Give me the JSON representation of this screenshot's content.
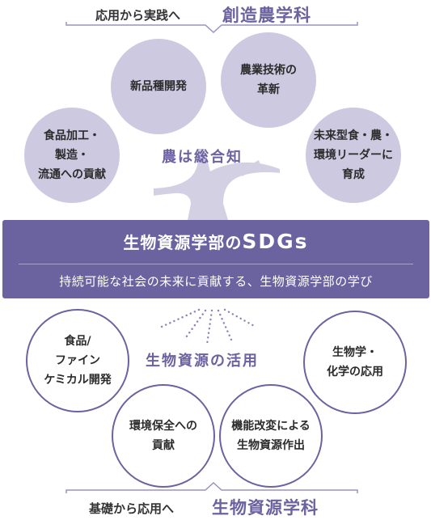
{
  "top": {
    "lead": "応用から実践へ",
    "title": "創造農学科",
    "center_label": "農は総合知",
    "circles": [
      {
        "lines": [
          "新品種開発"
        ]
      },
      {
        "lines": [
          "農業技術の",
          "革新"
        ]
      },
      {
        "lines": [
          "食品加工・",
          "製造・",
          "流通への貢献"
        ]
      },
      {
        "lines": [
          "未来型食・農・",
          "環境リーダーに",
          "育成"
        ]
      }
    ]
  },
  "banner": {
    "title_prefix": "生物資源学部の",
    "title_sdgs": "SDGs",
    "subtitle": "持続可能な社会の未来に貢献する、生物資源学部の学び"
  },
  "bottom": {
    "lead": "基礎から応用へ",
    "title": "生物資源学科",
    "center_label": "生物資源の活用",
    "circles": [
      {
        "lines": [
          "食品/",
          "ファイン",
          "ケミカル開発"
        ]
      },
      {
        "lines": [
          "生物学・",
          "化学の応用"
        ]
      },
      {
        "lines": [
          "環境保全への",
          "貢献"
        ]
      },
      {
        "lines": [
          "機能改変による",
          "生物資源作出"
        ]
      }
    ]
  },
  "colors": {
    "accent": "#6b62a0",
    "light_fill": "#cdc9e0",
    "trunk": "#d3d0e4"
  }
}
